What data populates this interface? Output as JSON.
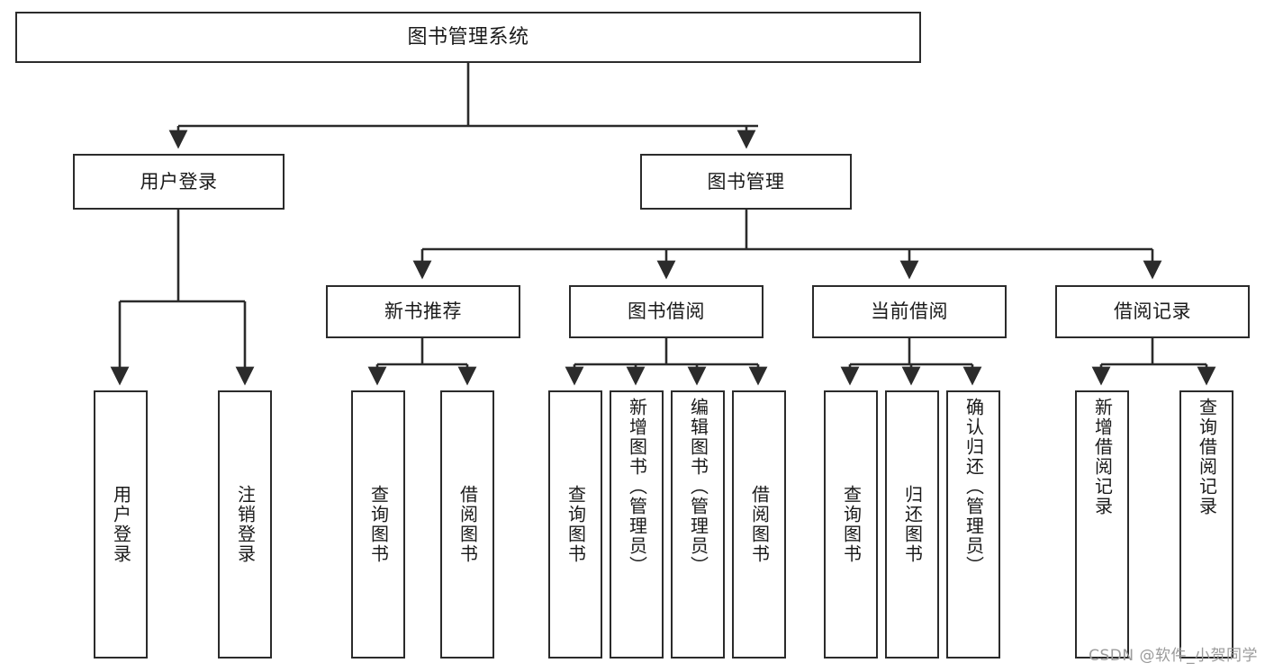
{
  "diagram": {
    "title": "图书管理系统",
    "type": "功能结构图",
    "watermark": "CSDN @软件_小贺同学",
    "line_color": "#2b2b2b",
    "box_fill": "#ffffff",
    "text_color": "#1a1a1a",
    "watermark_color": "#9b9b9b"
  },
  "root": {
    "label": "图书管理系统"
  },
  "level2": [
    {
      "label": "用户登录"
    },
    {
      "label": "图书管理"
    }
  ],
  "level3": [
    {
      "label": "新书推荐"
    },
    {
      "label": "图书借阅"
    },
    {
      "label": "当前借阅"
    },
    {
      "label": "借阅记录"
    }
  ],
  "leaves": {
    "user_login": [
      {
        "label": "用户登录"
      },
      {
        "label": "注销登录"
      }
    ],
    "new_book_recommend": [
      {
        "label": "查询图书"
      },
      {
        "label": "借阅图书"
      }
    ],
    "book_borrow": [
      {
        "label": "查询图书"
      },
      {
        "label": "新增图书（管理员）"
      },
      {
        "label": "编辑图书（管理员）"
      },
      {
        "label": "借阅图书"
      }
    ],
    "current_borrow": [
      {
        "label": "查询图书"
      },
      {
        "label": "归还图书"
      },
      {
        "label": "确认归还（管理员）"
      }
    ],
    "borrow_record": [
      {
        "label": "新增借阅记录"
      },
      {
        "label": "查询借阅记录"
      }
    ]
  }
}
